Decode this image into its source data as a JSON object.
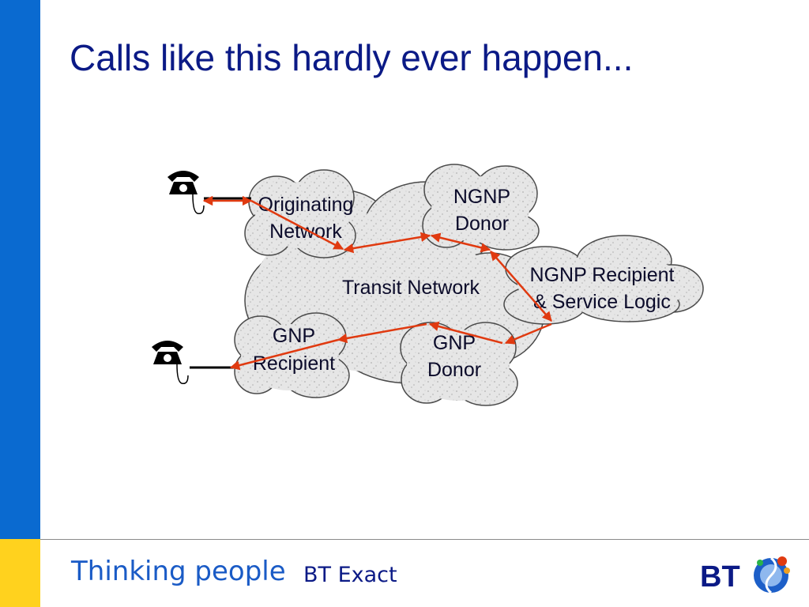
{
  "slide": {
    "title": "Calls like this hardly ever happen..."
  },
  "diagram": {
    "transit_label": "Transit Network",
    "originating": {
      "line1": "Originating",
      "line2": "Network"
    },
    "ngnp_donor": {
      "line1": "NGNP",
      "line2": "Donor"
    },
    "ngnp_recipient": {
      "line1": "NGNP Recipient",
      "line2": "& Service Logic"
    },
    "gnp_recipient": {
      "line1": "GNP",
      "line2": "Recipient"
    },
    "gnp_donor": {
      "line1": "GNP",
      "line2": "Donor"
    }
  },
  "footer": {
    "tagline": "Thinking people",
    "brand": "BT Exact",
    "logo_text": "BT"
  },
  "colors": {
    "side_bar": "#0a6ad0",
    "footer_bar": "#ffd21e",
    "title": "#0b1a86",
    "arrow": "#e03a10"
  }
}
